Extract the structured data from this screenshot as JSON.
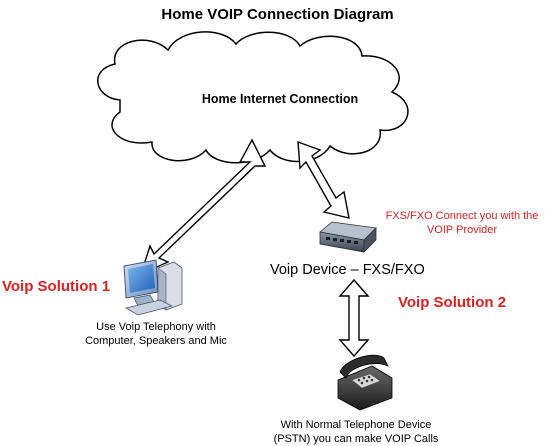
{
  "title": "Home VOIP Connection Diagram",
  "internet": {
    "label": "Home Internet Connection"
  },
  "solution1": {
    "label": "Voip Solution 1",
    "caption_line1": "Use Voip Telephony with",
    "caption_line2": "Computer, Speakers and Mic"
  },
  "device": {
    "label": "Voip Device – FXS/FXO",
    "note_line1": "FXS/FXO Connect you with the",
    "note_line2": "VOIP Provider"
  },
  "solution2": {
    "label": "Voip Solution 2",
    "caption_line1": "With Normal Telephone Device",
    "caption_line2": "(PSTN) you can make VOIP Calls"
  },
  "colors": {
    "accent_red": "#e02020",
    "arrow_fill": "#ffffff",
    "outline": "#000000"
  },
  "icons": [
    "cloud-icon",
    "computer-icon",
    "voip-device-icon",
    "telephone-icon"
  ]
}
